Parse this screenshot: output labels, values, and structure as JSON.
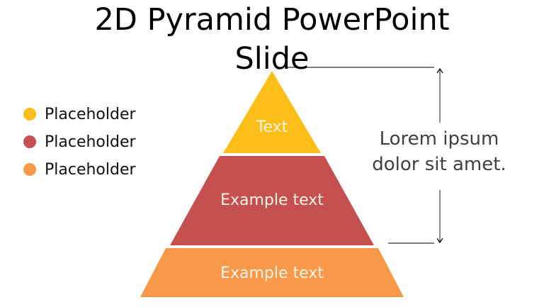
{
  "title": {
    "line1": "2D Pyramid PowerPoint",
    "line2": "Slide"
  },
  "legend": {
    "items": [
      {
        "label": "Placeholder",
        "color": "#FCBF1A"
      },
      {
        "label": "Placeholder",
        "color": "#C5504F"
      },
      {
        "label": "Placeholder",
        "color": "#F8994A"
      }
    ]
  },
  "pyramid": {
    "layers": [
      {
        "label": "Text",
        "color": "#FCBF1A"
      },
      {
        "label": "Example text",
        "color": "#C5504F"
      },
      {
        "label": "Example text",
        "color": "#F8994A"
      }
    ]
  },
  "annotation": {
    "text": "Lorem ipsum dolor sit amet.",
    "line_color": "#000000",
    "text_color": "#404040"
  }
}
